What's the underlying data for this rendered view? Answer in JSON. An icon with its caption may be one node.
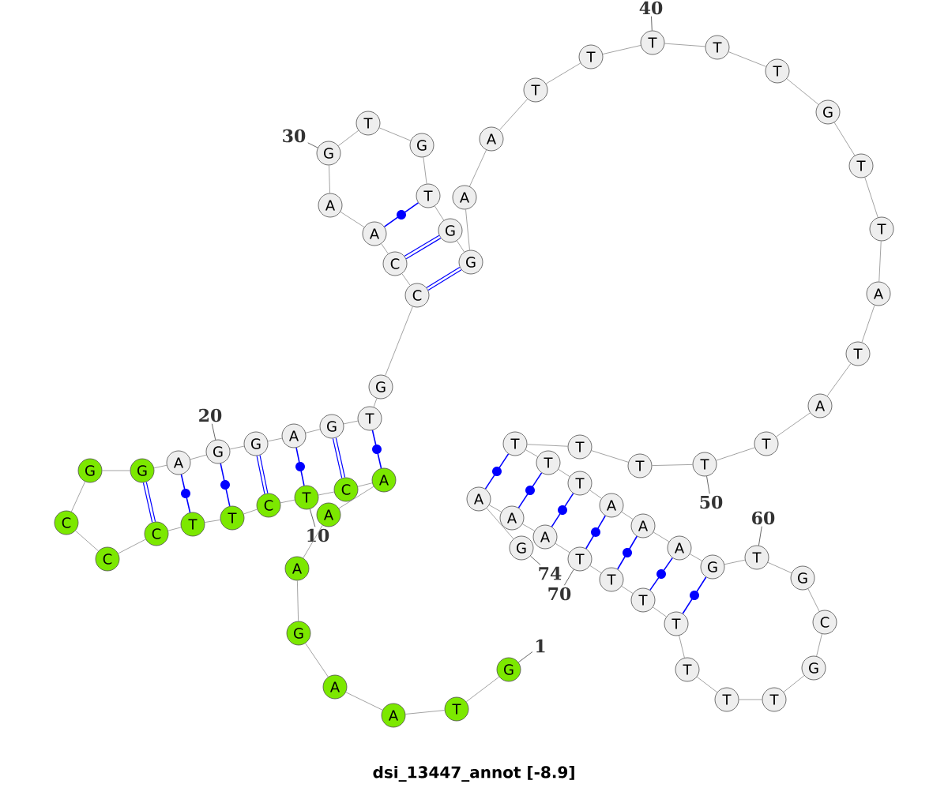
{
  "diagram": {
    "caption": "dsi_13447_annot [-8.9]",
    "nodes": [
      {
        "text": [
          "G"
        ]
      },
      {
        "text": [
          "T"
        ]
      },
      {
        "text": [
          "A"
        ]
      },
      {
        "text": [
          "A"
        ]
      },
      {
        "text": [
          "G"
        ]
      },
      {
        "text": [
          "A"
        ]
      },
      {
        "text": [
          "A"
        ]
      },
      {
        "text": [
          "A"
        ]
      },
      {
        "text": [
          "C"
        ]
      },
      {
        "text": [
          "T"
        ]
      },
      {
        "text": [
          "C"
        ]
      },
      {
        "text": [
          "T"
        ]
      },
      {
        "text": [
          "T"
        ]
      },
      {
        "text": [
          "C"
        ]
      },
      {
        "text": [
          "C"
        ]
      },
      {
        "text": [
          "C"
        ]
      },
      {
        "text": [
          "G"
        ]
      },
      {
        "text": [
          "G"
        ]
      },
      {
        "text": [
          "A"
        ]
      },
      {
        "text": [
          "G"
        ]
      },
      {
        "text": [
          "G"
        ]
      },
      {
        "text": [
          "A"
        ]
      },
      {
        "text": [
          "G"
        ]
      },
      {
        "text": [
          "T"
        ]
      },
      {
        "text": [
          "G"
        ]
      },
      {
        "text": [
          "C"
        ]
      },
      {
        "text": [
          "C"
        ]
      },
      {
        "text": [
          "A"
        ]
      },
      {
        "text": [
          "A"
        ]
      },
      {
        "text": [
          "G"
        ]
      },
      {
        "text": [
          "T"
        ]
      },
      {
        "text": [
          "G"
        ]
      },
      {
        "text": [
          "T"
        ]
      },
      {
        "text": [
          "G"
        ]
      },
      {
        "text": [
          "G"
        ]
      },
      {
        "text": [
          "A"
        ]
      },
      {
        "text": [
          "A"
        ]
      },
      {
        "text": [
          "T"
        ]
      },
      {
        "text": [
          "T"
        ]
      },
      {
        "text": [
          "T"
        ]
      },
      {
        "text": [
          "T"
        ]
      },
      {
        "text": [
          "T"
        ]
      },
      {
        "text": [
          "G"
        ]
      },
      {
        "text": [
          "T"
        ]
      },
      {
        "text": [
          "T"
        ]
      },
      {
        "text": [
          "A"
        ]
      },
      {
        "text": [
          "T"
        ]
      },
      {
        "text": [
          "A"
        ]
      },
      {
        "text": [
          "T"
        ]
      },
      {
        "text": [
          "T"
        ]
      },
      {
        "text": [
          "T"
        ]
      },
      {
        "text": [
          "T"
        ]
      },
      {
        "text": [
          "T"
        ]
      },
      {
        "text": [
          "T"
        ]
      },
      {
        "text": [
          "T"
        ]
      },
      {
        "text": [
          "A"
        ]
      },
      {
        "text": [
          "A"
        ]
      },
      {
        "text": [
          "A"
        ]
      },
      {
        "text": [
          "G"
        ]
      },
      {
        "text": [
          "T"
        ]
      },
      {
        "text": [
          "G"
        ]
      },
      {
        "text": [
          "C"
        ]
      },
      {
        "text": [
          "G"
        ]
      },
      {
        "text": [
          "T"
        ]
      },
      {
        "text": [
          "T"
        ]
      },
      {
        "text": [
          "T"
        ]
      },
      {
        "text": [
          "T"
        ]
      },
      {
        "text": [
          "T"
        ]
      },
      {
        "text": [
          "T"
        ]
      },
      {
        "text": [
          "T"
        ]
      },
      {
        "text": [
          "A"
        ]
      },
      {
        "text": [
          "A"
        ]
      },
      {
        "text": [
          "A"
        ]
      },
      {
        "text": [
          "G"
        ]
      },
      {
        "text": [
          "1"
        ]
      },
      {
        "text": [
          "10"
        ]
      },
      {
        "text": [
          "20"
        ]
      },
      {
        "text": [
          "30"
        ]
      },
      {
        "text": [
          "40"
        ]
      },
      {
        "text": [
          "50"
        ]
      },
      {
        "text": [
          "60"
        ]
      },
      {
        "text": [
          "70"
        ]
      },
      {
        "text": [
          "74"
        ]
      }
    ],
    "edges": [
      {
        "from": 0,
        "to": 1,
        "arrow": "none"
      },
      {
        "from": 1,
        "to": 2,
        "arrow": "none"
      },
      {
        "from": 2,
        "to": 3,
        "arrow": "none"
      },
      {
        "from": 3,
        "to": 4,
        "arrow": "none"
      },
      {
        "from": 4,
        "to": 5,
        "arrow": "none"
      },
      {
        "from": 5,
        "to": 6,
        "arrow": "none"
      },
      {
        "from": 6,
        "to": 7,
        "arrow": "none"
      },
      {
        "from": 7,
        "to": 8,
        "arrow": "none"
      },
      {
        "from": 8,
        "to": 9,
        "arrow": "none"
      },
      {
        "from": 9,
        "to": 10,
        "arrow": "none"
      },
      {
        "from": 10,
        "to": 11,
        "arrow": "none"
      },
      {
        "from": 11,
        "to": 12,
        "arrow": "none"
      },
      {
        "from": 12,
        "to": 13,
        "arrow": "none"
      },
      {
        "from": 13,
        "to": 14,
        "arrow": "none"
      },
      {
        "from": 14,
        "to": 15,
        "arrow": "none"
      },
      {
        "from": 15,
        "to": 16,
        "arrow": "none"
      },
      {
        "from": 16,
        "to": 17,
        "arrow": "none"
      },
      {
        "from": 17,
        "to": 18,
        "arrow": "none"
      },
      {
        "from": 18,
        "to": 19,
        "arrow": "none"
      },
      {
        "from": 19,
        "to": 20,
        "arrow": "none"
      },
      {
        "from": 20,
        "to": 21,
        "arrow": "none"
      },
      {
        "from": 21,
        "to": 22,
        "arrow": "none"
      },
      {
        "from": 22,
        "to": 23,
        "arrow": "none"
      },
      {
        "from": 23,
        "to": 24,
        "arrow": "none"
      },
      {
        "from": 24,
        "to": 25,
        "arrow": "none"
      },
      {
        "from": 25,
        "to": 26,
        "arrow": "none"
      },
      {
        "from": 26,
        "to": 27,
        "arrow": "none"
      },
      {
        "from": 27,
        "to": 28,
        "arrow": "none"
      },
      {
        "from": 28,
        "to": 29,
        "arrow": "none"
      },
      {
        "from": 29,
        "to": 30,
        "arrow": "none"
      },
      {
        "from": 30,
        "to": 31,
        "arrow": "none"
      },
      {
        "from": 31,
        "to": 32,
        "arrow": "none"
      },
      {
        "from": 32,
        "to": 33,
        "arrow": "none"
      },
      {
        "from": 33,
        "to": 34,
        "arrow": "none"
      },
      {
        "from": 34,
        "to": 35,
        "arrow": "none"
      },
      {
        "from": 35,
        "to": 36,
        "arrow": "none"
      },
      {
        "from": 36,
        "to": 37,
        "arrow": "none"
      },
      {
        "from": 37,
        "to": 38,
        "arrow": "none"
      },
      {
        "from": 38,
        "to": 39,
        "arrow": "none"
      },
      {
        "from": 39,
        "to": 40,
        "arrow": "none"
      },
      {
        "from": 40,
        "to": 41,
        "arrow": "none"
      },
      {
        "from": 41,
        "to": 42,
        "arrow": "none"
      },
      {
        "from": 42,
        "to": 43,
        "arrow": "none"
      },
      {
        "from": 43,
        "to": 44,
        "arrow": "none"
      },
      {
        "from": 44,
        "to": 45,
        "arrow": "none"
      },
      {
        "from": 45,
        "to": 46,
        "arrow": "none"
      },
      {
        "from": 46,
        "to": 47,
        "arrow": "none"
      },
      {
        "from": 47,
        "to": 48,
        "arrow": "none"
      },
      {
        "from": 48,
        "to": 49,
        "arrow": "none"
      },
      {
        "from": 49,
        "to": 50,
        "arrow": "none"
      },
      {
        "from": 50,
        "to": 51,
        "arrow": "none"
      },
      {
        "from": 51,
        "to": 52,
        "arrow": "none"
      },
      {
        "from": 52,
        "to": 53,
        "arrow": "none"
      },
      {
        "from": 53,
        "to": 54,
        "arrow": "none"
      },
      {
        "from": 54,
        "to": 55,
        "arrow": "none"
      },
      {
        "from": 55,
        "to": 56,
        "arrow": "none"
      },
      {
        "from": 56,
        "to": 57,
        "arrow": "none"
      },
      {
        "from": 57,
        "to": 58,
        "arrow": "none"
      },
      {
        "from": 58,
        "to": 59,
        "arrow": "none"
      },
      {
        "from": 59,
        "to": 60,
        "arrow": "none"
      },
      {
        "from": 60,
        "to": 61,
        "arrow": "none"
      },
      {
        "from": 61,
        "to": 62,
        "arrow": "none"
      },
      {
        "from": 62,
        "to": 63,
        "arrow": "none"
      },
      {
        "from": 63,
        "to": 64,
        "arrow": "none"
      },
      {
        "from": 64,
        "to": 65,
        "arrow": "none"
      },
      {
        "from": 65,
        "to": 66,
        "arrow": "none"
      },
      {
        "from": 66,
        "to": 67,
        "arrow": "none"
      },
      {
        "from": 67,
        "to": 68,
        "arrow": "none"
      },
      {
        "from": 68,
        "to": 69,
        "arrow": "none"
      },
      {
        "from": 69,
        "to": 70,
        "arrow": "none"
      },
      {
        "from": 70,
        "to": 71,
        "arrow": "none"
      },
      {
        "from": 71,
        "to": 72,
        "arrow": "none"
      },
      {
        "from": 72,
        "to": 73,
        "arrow": "none"
      },
      {
        "from": 17,
        "to": 13,
        "arrow": "none",
        "style": "thick",
        "color": "#0000ff"
      },
      {
        "from": 18,
        "to": 12,
        "arrow": "none",
        "color": "#0000ff"
      },
      {
        "from": 19,
        "to": 11,
        "arrow": "none",
        "color": "#0000ff"
      },
      {
        "from": 20,
        "to": 10,
        "arrow": "none",
        "style": "thick",
        "color": "#0000ff"
      },
      {
        "from": 21,
        "to": 9,
        "arrow": "none",
        "color": "#0000ff"
      },
      {
        "from": 22,
        "to": 8,
        "arrow": "none",
        "style": "thick",
        "color": "#0000ff"
      },
      {
        "from": 23,
        "to": 7,
        "arrow": "none",
        "color": "#0000ff"
      },
      {
        "from": 25,
        "to": 34,
        "arrow": "none",
        "style": "thick",
        "color": "#0000ff"
      },
      {
        "from": 26,
        "to": 33,
        "arrow": "none",
        "style": "thick",
        "color": "#0000ff"
      },
      {
        "from": 27,
        "to": 32,
        "arrow": "none",
        "color": "#0000ff"
      },
      {
        "from": 52,
        "to": 72,
        "arrow": "none",
        "color": "#0000ff"
      },
      {
        "from": 53,
        "to": 71,
        "arrow": "none",
        "color": "#0000ff"
      },
      {
        "from": 54,
        "to": 70,
        "arrow": "none",
        "color": "#0000ff"
      },
      {
        "from": 55,
        "to": 69,
        "arrow": "none",
        "color": "#0000ff"
      },
      {
        "from": 56,
        "to": 68,
        "arrow": "none",
        "color": "#0000ff"
      },
      {
        "from": 57,
        "to": 67,
        "arrow": "none",
        "color": "#0000ff"
      },
      {
        "from": 58,
        "to": 66,
        "arrow": "none",
        "color": "#0000ff"
      },
      {
        "from": 74,
        "to": 0,
        "arrow": "none",
        "color": "#404040"
      },
      {
        "from": 75,
        "to": 9,
        "arrow": "none",
        "color": "#404040"
      },
      {
        "from": 76,
        "to": 19,
        "arrow": "none",
        "color": "#404040"
      },
      {
        "from": 77,
        "to": 29,
        "arrow": "none",
        "color": "#404040"
      },
      {
        "from": 78,
        "to": 39,
        "arrow": "none",
        "color": "#404040"
      },
      {
        "from": 79,
        "to": 49,
        "arrow": "none",
        "color": "#404040"
      },
      {
        "from": 80,
        "to": 59,
        "arrow": "none",
        "color": "#404040"
      },
      {
        "from": 81,
        "to": 69,
        "arrow": "none",
        "color": "#404040"
      },
      {
        "from": 82,
        "to": 73,
        "arrow": "none",
        "color": "#404040"
      }
    ]
  }
}
